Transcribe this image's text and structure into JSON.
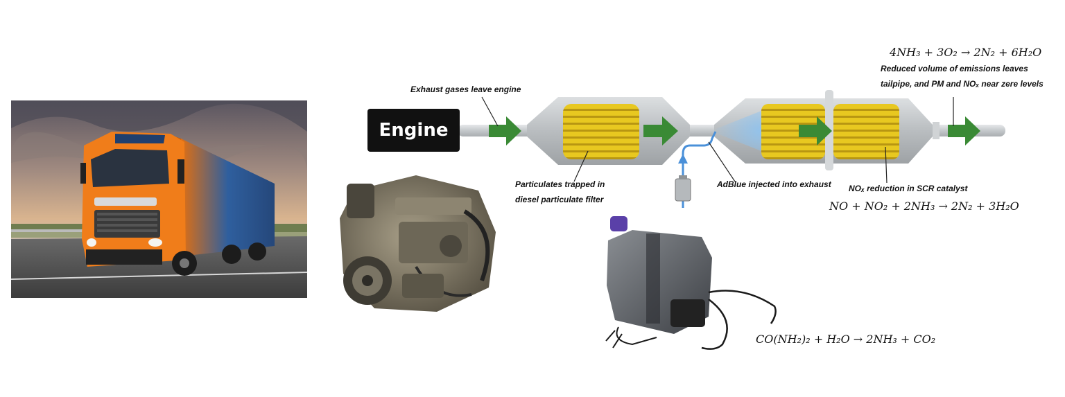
{
  "labels": {
    "engine": "Engine",
    "exhaust_leave": "Exhaust gases leave engine",
    "particulates_line1": "Particulates trapped in",
    "particulates_line2": "diesel particulate filter",
    "adblue": "AdBlue injected into exhaust",
    "nox_reduction": "NOₓ reduction in SCR catalyst",
    "reduced_line1": "Reduced volume of emissions leaves",
    "reduced_line2": "tailpipe, and PM and NOₓ near zere levels"
  },
  "formulas": {
    "ammonia_oxidation": "4NH₃ + 3O₂ → 2N₂ + 6H₂O",
    "scr_reaction": "NO + NO₂ + 2NH₃ → 2N₂ + 3H₂O",
    "urea_hydrolysis": "CO(NH₂)₂ + H₂O → 2NH₃ + CO₂"
  },
  "colors": {
    "arrow": "#3a8a35",
    "filter_core": "#e8c820",
    "housing": "#c9cccf",
    "pipe": "#cfd3d6",
    "injector": "#4a90d9",
    "truck_orange": "#f07d1a",
    "engine_box": "#111111"
  },
  "images": {
    "truck": "orange-daf-truck-photo",
    "engine": "diesel-engine-photo",
    "tank": "adblue-tank-photo"
  }
}
